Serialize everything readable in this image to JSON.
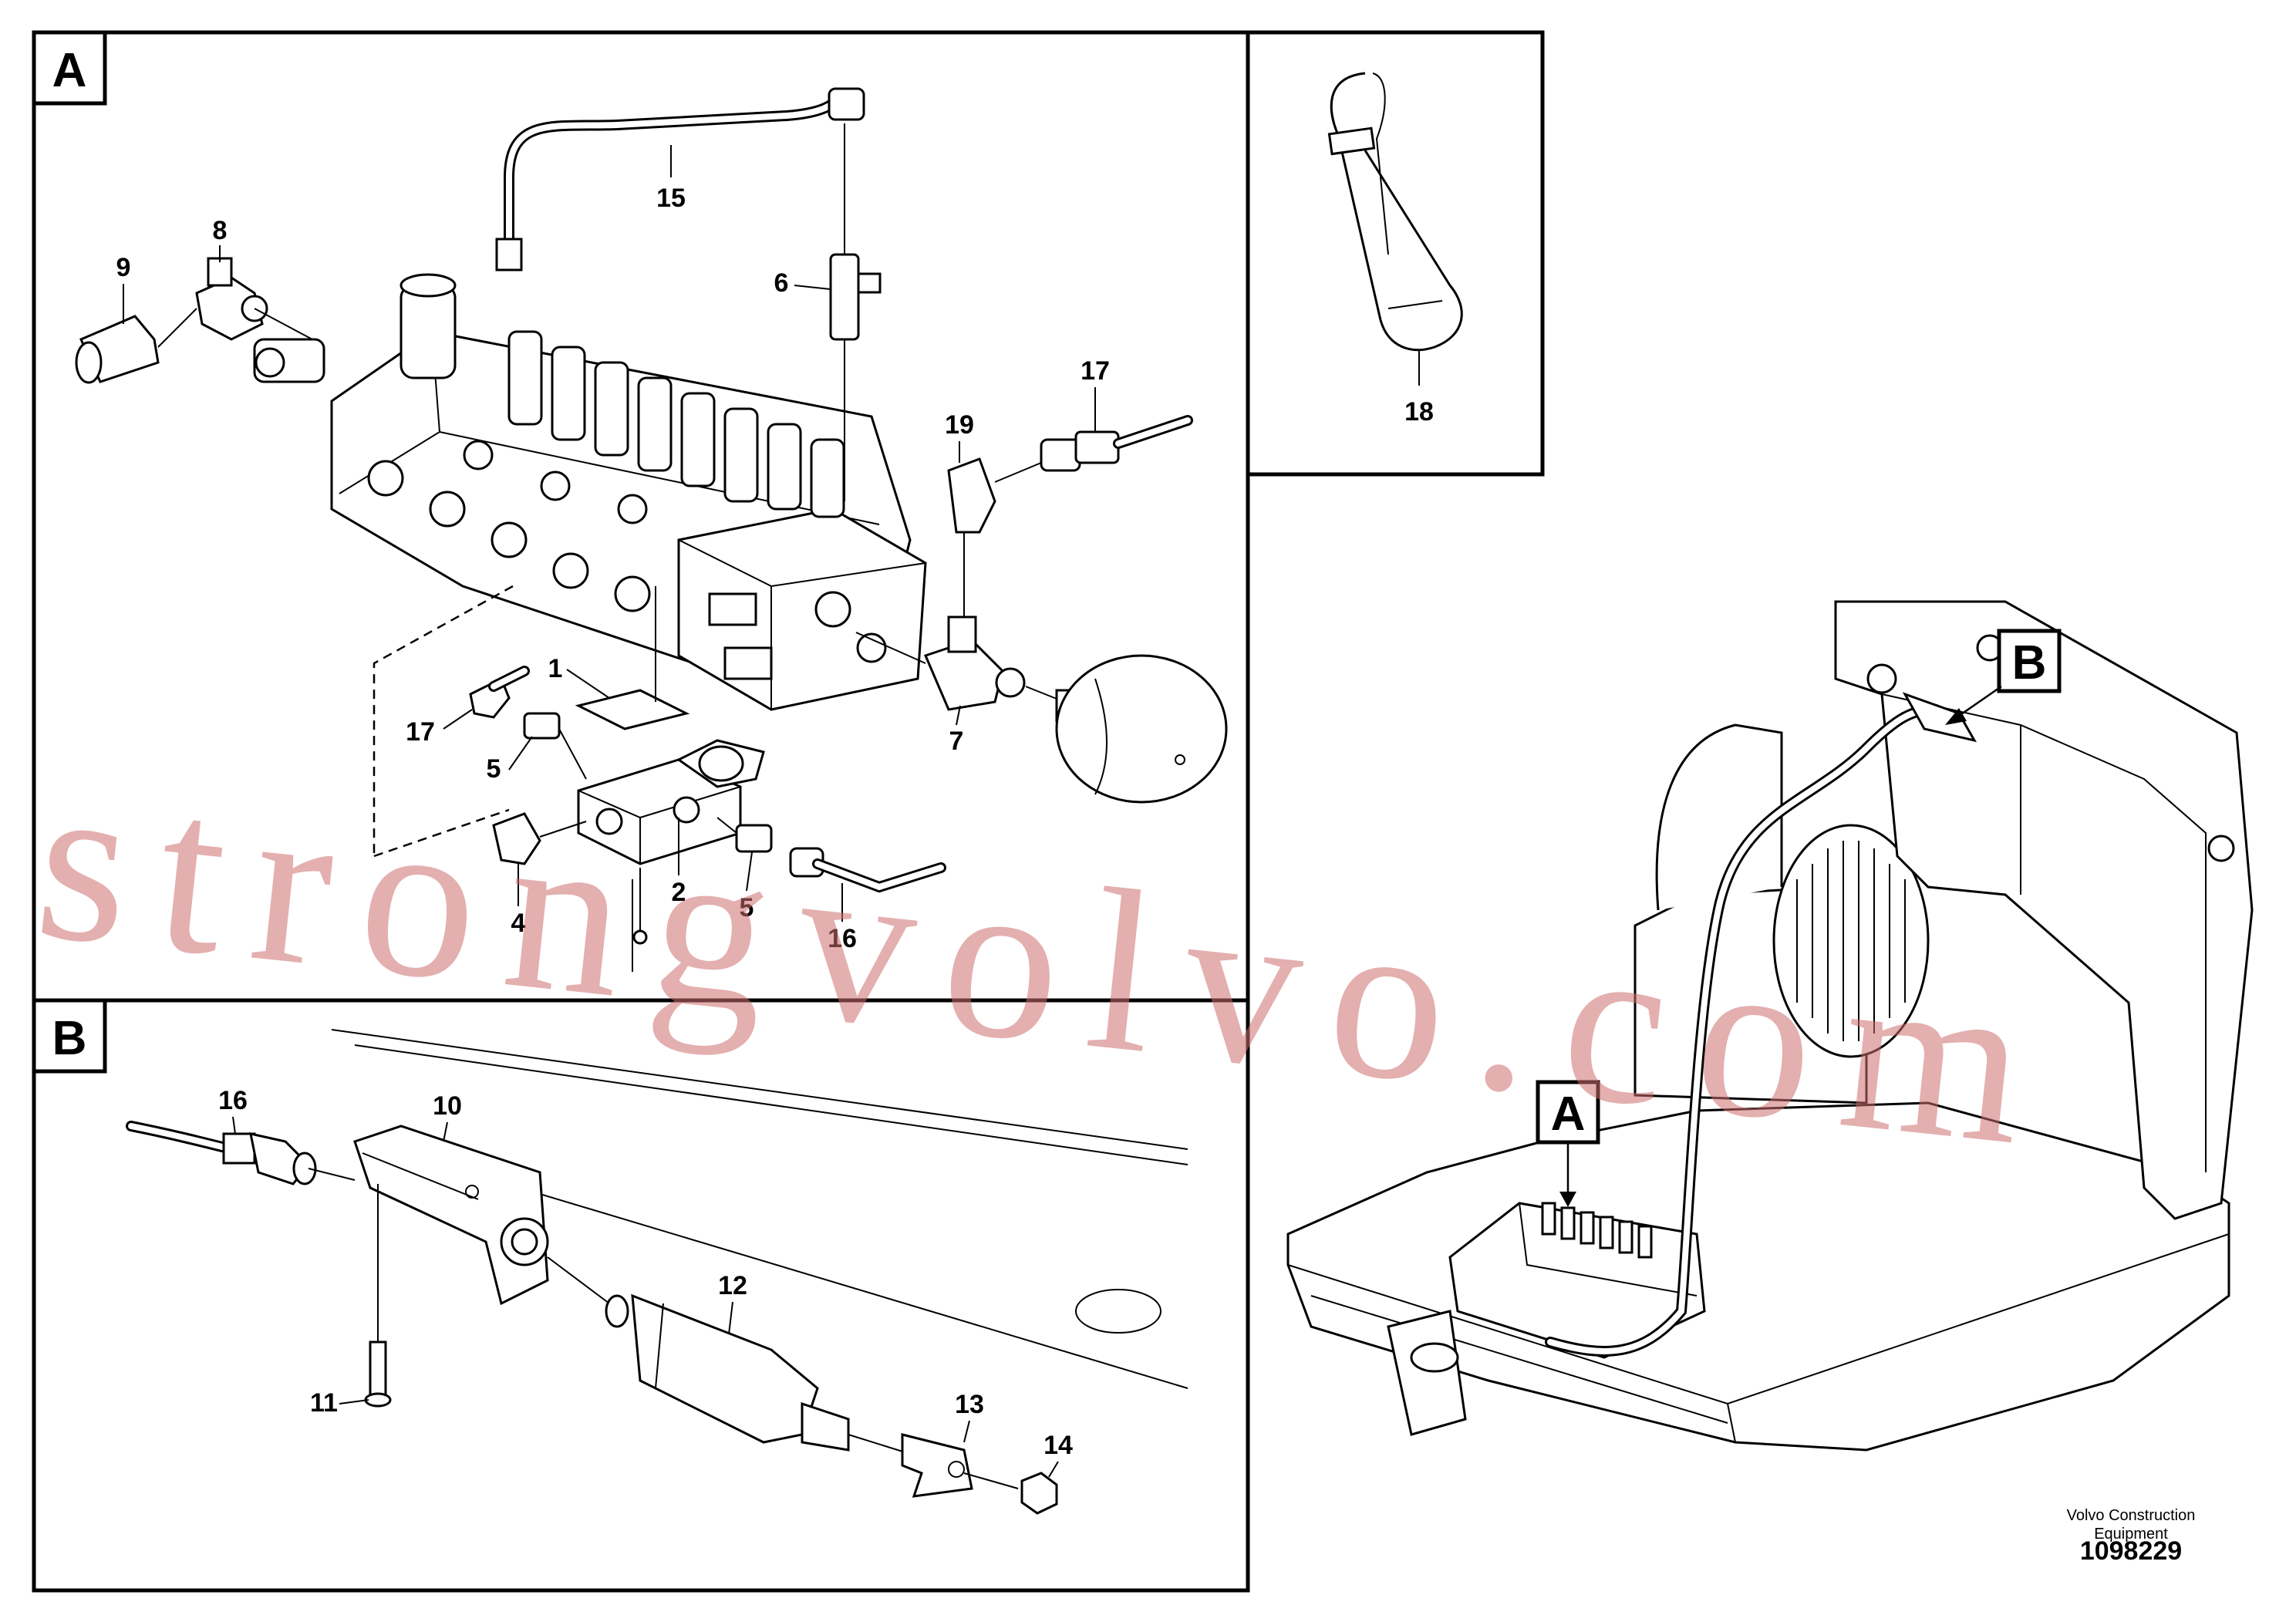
{
  "panels": {
    "a": {
      "letter": "A"
    },
    "b": {
      "letter": "B"
    },
    "tie": {}
  },
  "callouts_a": [
    "1",
    "2",
    "4",
    "5",
    "5",
    "6",
    "7",
    "8",
    "9",
    "15",
    "16",
    "17",
    "17",
    "19"
  ],
  "callouts_b": [
    "10",
    "11",
    "12",
    "13",
    "14",
    "16"
  ],
  "callout_tie": "18",
  "overview": {
    "marker_a": "A",
    "marker_b": "B"
  },
  "credit": {
    "line1": "Volvo Construction",
    "line2": "Equipment"
  },
  "drawing_number": "1098229",
  "watermark": "strongvolvo.com",
  "colors": {
    "line": "#000000",
    "watermark": "#cd6e6e",
    "background": "#ffffff"
  }
}
